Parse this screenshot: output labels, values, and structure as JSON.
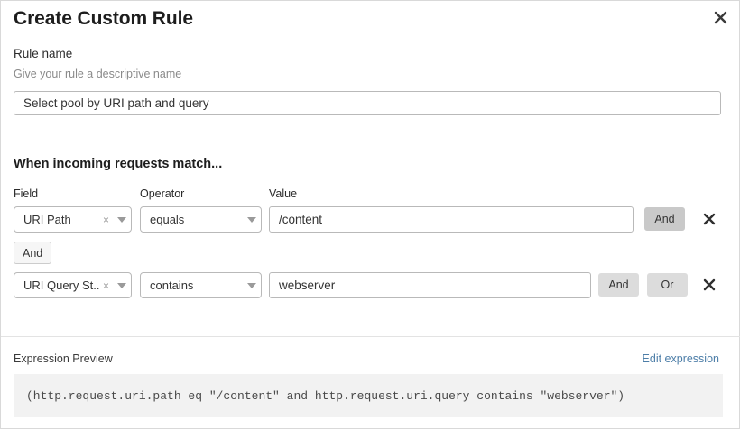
{
  "dialog": {
    "title": "Create Custom Rule",
    "close_icon": "close-icon"
  },
  "rule_name": {
    "label": "Rule name",
    "help": "Give your rule a descriptive name",
    "value": "Select pool by URI path and query",
    "placeholder": ""
  },
  "conditions": {
    "heading": "When incoming requests match...",
    "columns": {
      "field": "Field",
      "operator": "Operator",
      "value": "Value"
    },
    "connector_chip": "And",
    "rows": [
      {
        "field": "URI Path",
        "operator": "equals",
        "value": "/content",
        "clear_glyph": "×",
        "buttons": [
          "And"
        ],
        "delete_glyph": "✕"
      },
      {
        "field": "URI Query St...",
        "operator": "contains",
        "value": "webserver",
        "clear_glyph": "×",
        "buttons": [
          "And",
          "Or"
        ],
        "delete_glyph": "✕"
      }
    ]
  },
  "expression": {
    "label": "Expression Preview",
    "edit_link": "Edit expression",
    "text": "(http.request.uri.path eq \"/content\" and http.request.uri.query contains \"webserver\")"
  },
  "colors": {
    "link": "#4d7ea8",
    "button_active": "#c9c9c9",
    "button_idle": "#dcdcdc",
    "expr_background": "#f2f2f2"
  }
}
